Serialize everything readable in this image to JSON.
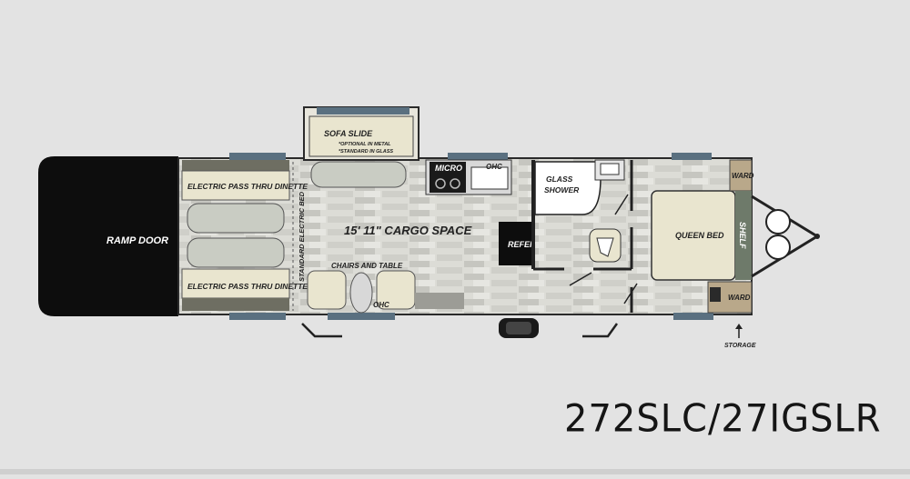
{
  "labels": {
    "ramp_door": "RAMP DOOR",
    "dinette_top": "ELECTRIC PASS THRU DINETTE",
    "dinette_bottom": "ELECTRIC PASS THRU DINETTE",
    "electric_bed": "STANDARD ELECTRIC BED",
    "sofa_slide": "SOFA SLIDE",
    "sofa_note_1": "*OPTIONAL IN METAL",
    "sofa_note_2": "*STANDARD IN GLASS",
    "micro": "MICRO",
    "ohc_top": "OHC",
    "ohc_bottom": "OHC",
    "cargo_space": "15' 11\" CARGO SPACE",
    "chairs_table": "CHAIRS AND TABLE",
    "refer": "REFER",
    "glass_shower_1": "GLASS",
    "glass_shower_2": "SHOWER",
    "queen_bed": "QUEEN BED",
    "ward_top": "WARD",
    "ward_bottom": "WARD",
    "shelf": "SHELF",
    "storage": "STORAGE"
  },
  "model": "272SLC/27IGSLR"
}
